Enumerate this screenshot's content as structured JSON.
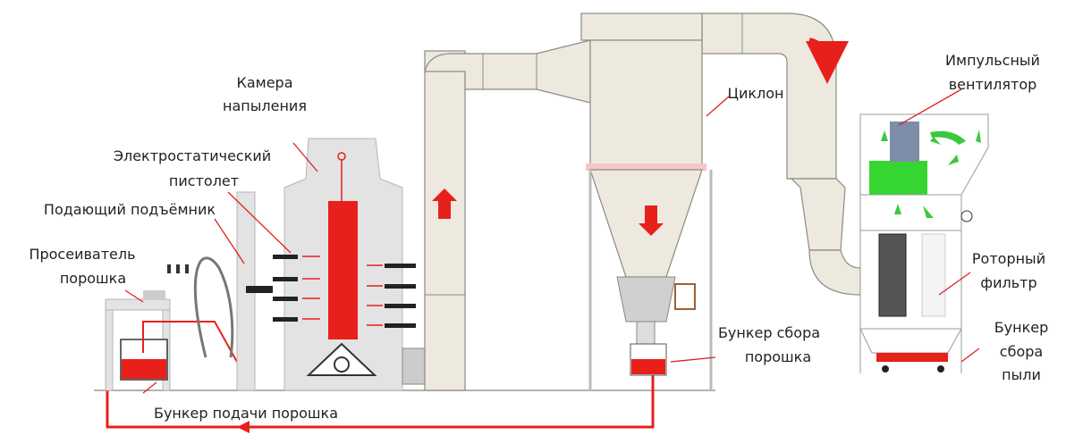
{
  "labels": {
    "booth_1": "Камера",
    "booth_2": "напыления",
    "gun_1": "Электростатический",
    "gun_2": "пистолет",
    "lift": "Подающий подъёмник",
    "sieve_1": "Просеиватель",
    "sieve_2": "порошка",
    "feed_hopper": "Бункер подачи порошка",
    "cyclone": "Циклон",
    "collect_1": "Бункер сбора",
    "collect_2": "порошка",
    "fan_1": "Импульсный",
    "fan_2": "вентилятор",
    "filter_1": "Роторный",
    "filter_2": "фильтр",
    "dust_1": "Бункер",
    "dust_2": "сбора",
    "dust_3": "пыли"
  },
  "colors": {
    "powder": "#e8201c",
    "duct": "#ede9df",
    "fan": "#35d631",
    "airflow": "#3cc83a"
  }
}
